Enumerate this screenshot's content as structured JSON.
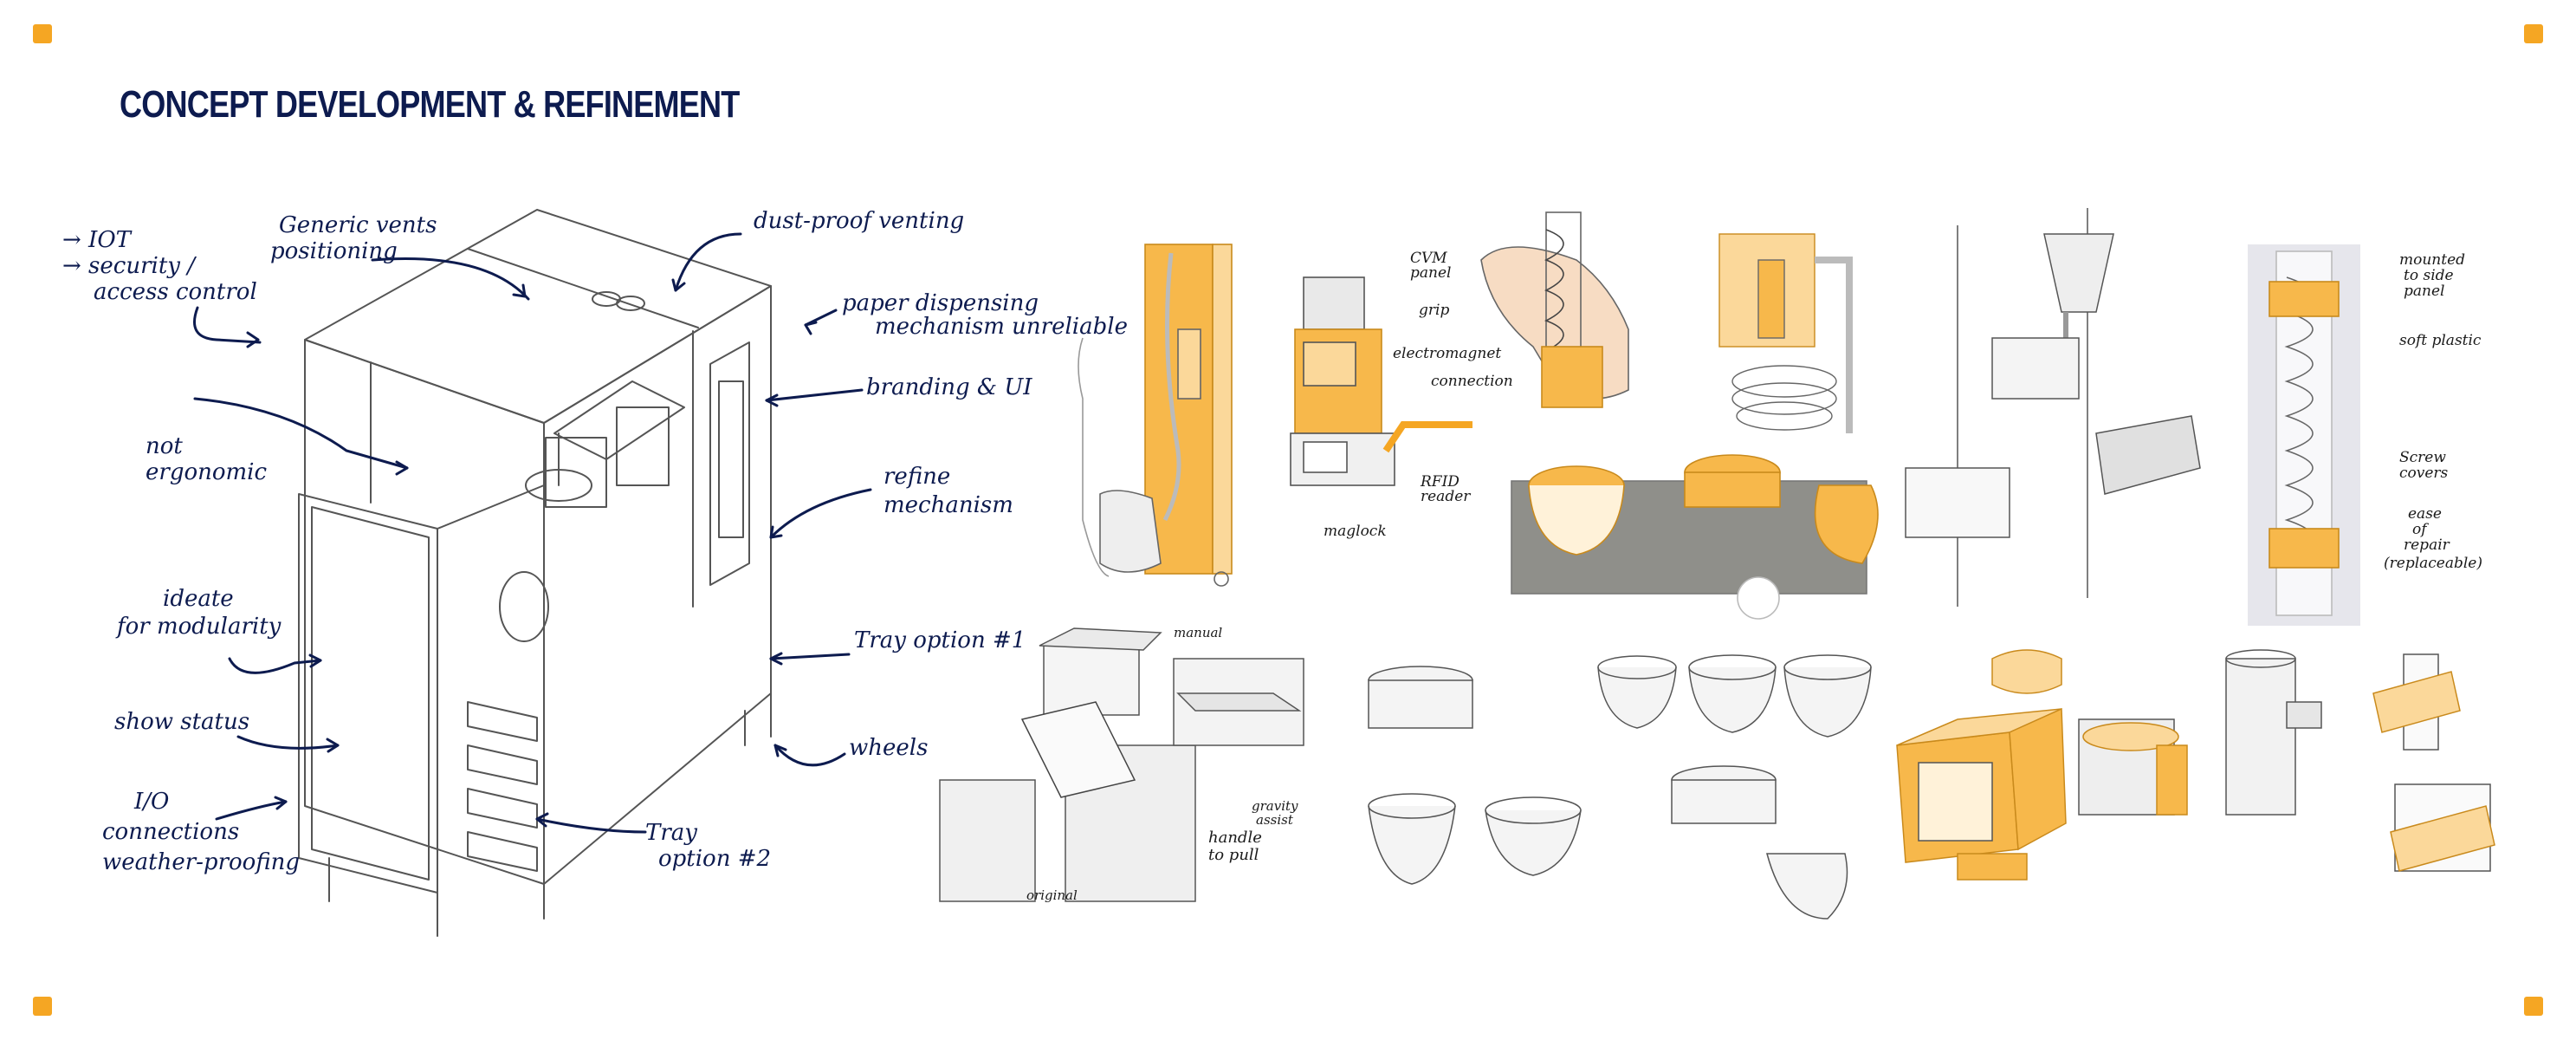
{
  "colors": {
    "accent": "#f5a623",
    "ink": "#0d1b4f",
    "sketch_orange": "#f7b84b",
    "sketch_orange_light": "#fbd89a",
    "sketch_gray": "#8f8f8a"
  },
  "page": {
    "title": "CONCEPT DEVELOPMENT & REFINEMENT"
  },
  "main_annotations": {
    "iot": "→ IOT",
    "security": "→ security /",
    "access": "access control",
    "generic_vents": "Generic vents",
    "positioning": "positioning",
    "dust_proof": "dust-proof venting",
    "paper_1": "paper dispensing",
    "paper_2": "mechanism unreliable",
    "branding": "branding & UI",
    "not_ergo_1": "not",
    "not_ergo_2": "ergonomic",
    "refine_1": "refine",
    "refine_2": "mechanism",
    "ideate_1": "ideate",
    "ideate_2": "for modularity",
    "tray1": "Tray option #1",
    "show_status": "show status",
    "wheels": "wheels",
    "io_1": "I/O",
    "io_2": "connections",
    "io_3": "weather-proofing",
    "tray2_1": "Tray",
    "tray2_2": "option #2"
  },
  "sketch_labels": {
    "cvm_1": "CVM",
    "cvm_2": "panel",
    "grip": "grip",
    "electromagnet": "electromagnet",
    "connection": "connection",
    "rfid_1": "RFID",
    "rfid_2": "reader",
    "maglock": "maglock",
    "mounted_1": "mounted",
    "mounted_2": "to side",
    "mounted_3": "panel",
    "soft_plastic": "soft plastic",
    "screw_1": "Screw",
    "screw_2": "covers",
    "repair_1": "ease",
    "repair_2": "of",
    "repair_3": "repair",
    "repair_4": "(replaceable)",
    "manual": "manual",
    "handle_1": "handle",
    "handle_2": "to pull",
    "original": "original",
    "gravity_1": "gravity",
    "gravity_2": "assist"
  }
}
